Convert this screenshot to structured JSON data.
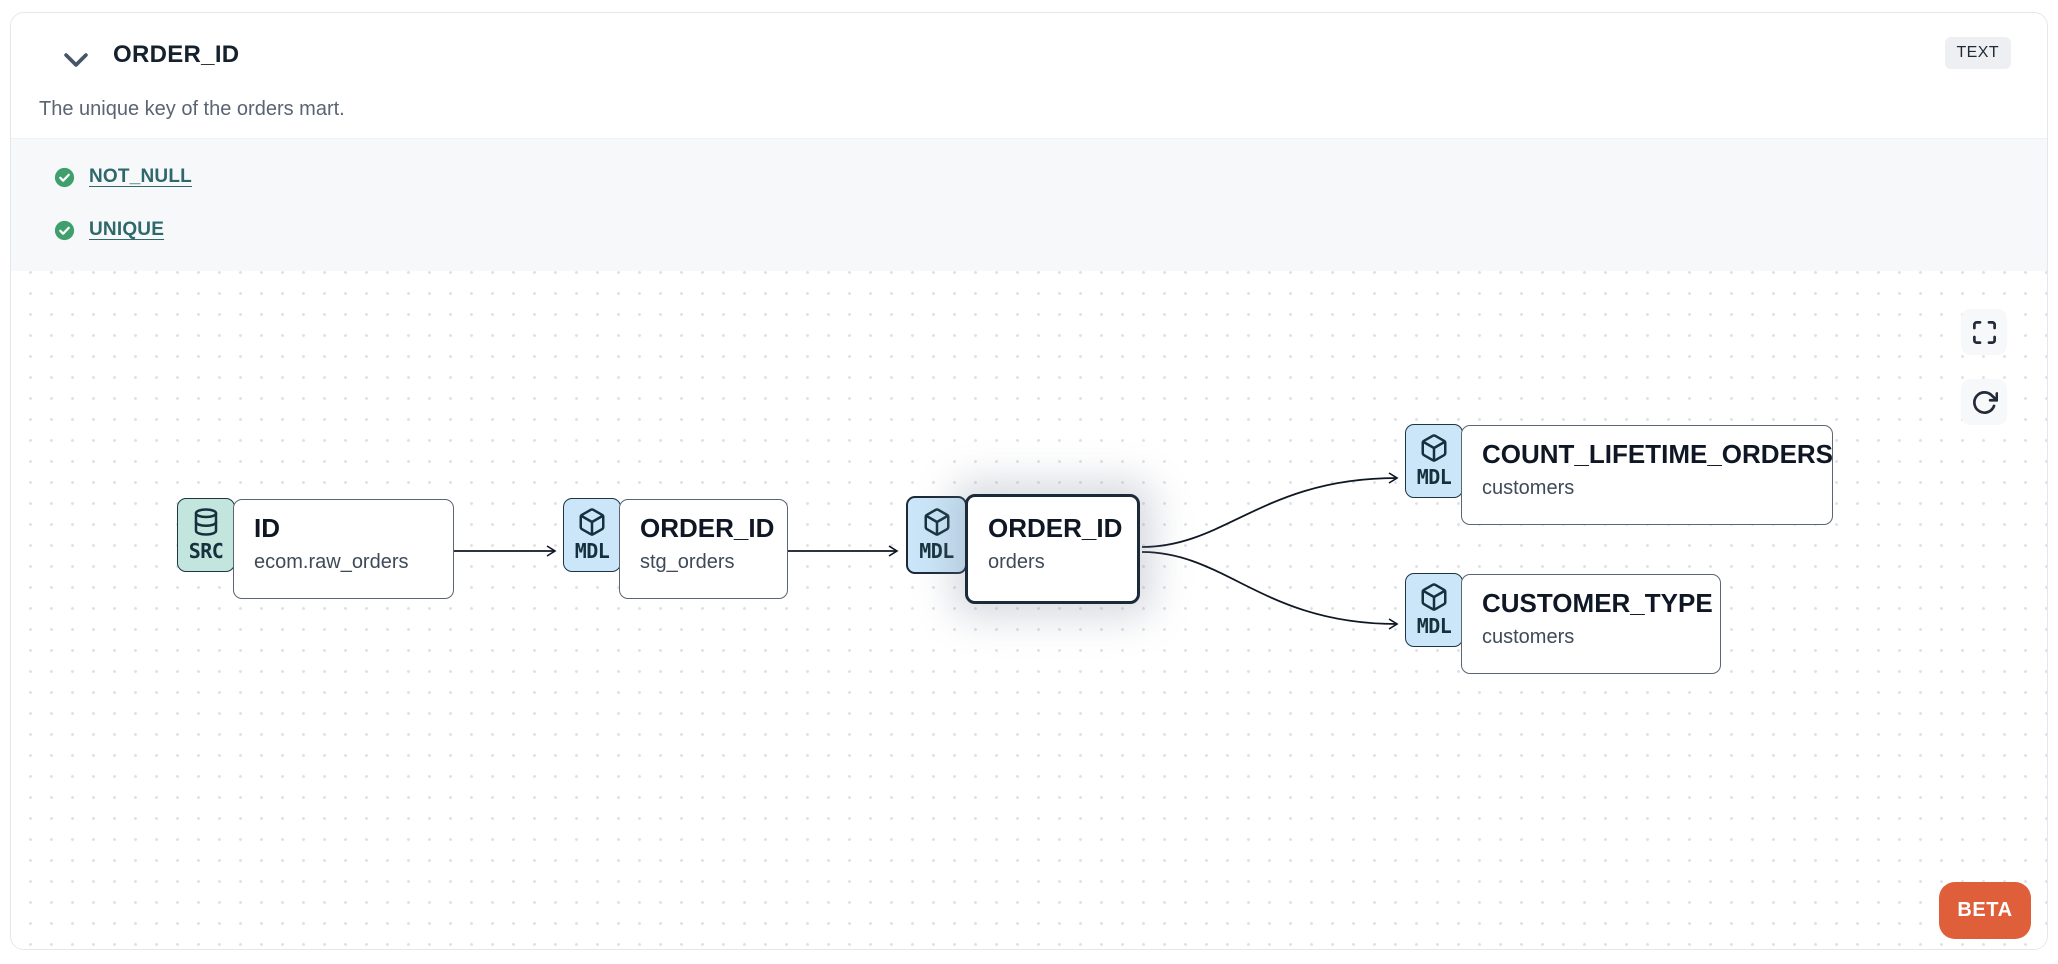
{
  "header": {
    "title": "ORDER_ID",
    "type_badge": "TEXT",
    "description": "The unique key of the orders mart."
  },
  "tests": {
    "items": [
      {
        "label": "NOT_NULL",
        "status": "pass"
      },
      {
        "label": "UNIQUE",
        "status": "pass"
      }
    ]
  },
  "lineage": {
    "nodes": [
      {
        "badge": "SRC",
        "icon": "database-icon",
        "title": "ID",
        "subtitle": "ecom.raw_orders",
        "selected": false
      },
      {
        "badge": "MDL",
        "icon": "cube-icon",
        "title": "ORDER_ID",
        "subtitle": "stg_orders",
        "selected": false
      },
      {
        "badge": "MDL",
        "icon": "cube-icon",
        "title": "ORDER_ID",
        "subtitle": "orders",
        "selected": true
      },
      {
        "badge": "MDL",
        "icon": "cube-icon",
        "title": "COUNT_LIFETIME_ORDERS",
        "subtitle": "customers",
        "selected": false
      },
      {
        "badge": "MDL",
        "icon": "cube-icon",
        "title": "CUSTOMER_TYPE",
        "subtitle": "customers",
        "selected": false
      }
    ],
    "edges": [
      {
        "from": "ID (ecom.raw_orders)",
        "to": "ORDER_ID (stg_orders)"
      },
      {
        "from": "ORDER_ID (stg_orders)",
        "to": "ORDER_ID (orders)"
      },
      {
        "from": "ORDER_ID (orders)",
        "to": "COUNT_LIFETIME_ORDERS (customers)"
      },
      {
        "from": "ORDER_ID (orders)",
        "to": "CUSTOMER_TYPE (customers)"
      }
    ],
    "beta_label": "BETA"
  },
  "icons": {
    "collapse": "chevron-down-icon",
    "test_pass": "check-circle-icon",
    "fullscreen": "maximize-icon",
    "refresh": "rotate-cw-icon"
  },
  "colors": {
    "beta_orange": "#df5f3b",
    "test_pass_green": "#3fa06e",
    "link_teal": "#2e686c",
    "src_badge_bg": "#c2e5de",
    "mdl_badge_bg": "#cbe6f8",
    "selected_border": "#1b2939",
    "edge_stroke": "#0f1724",
    "tests_band_bg": "#f7f8fa"
  }
}
